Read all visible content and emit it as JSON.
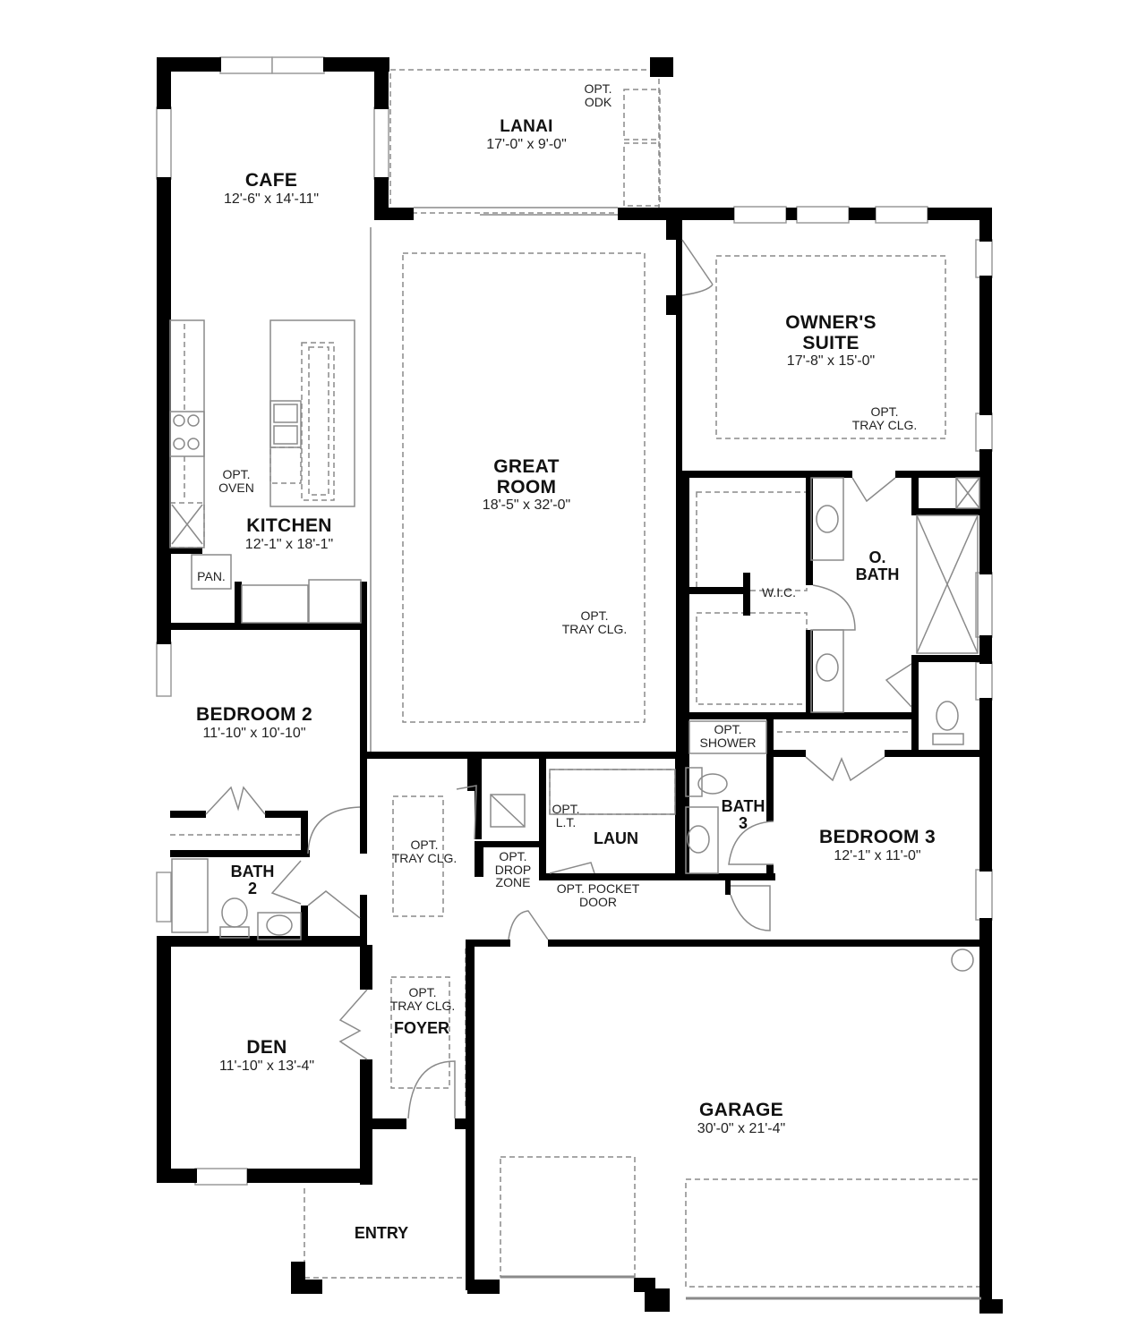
{
  "plan": {
    "title": "Floor Plan",
    "colors": {
      "wall": "#000000",
      "window": "#ffffff",
      "window_border": "#9a9a9a",
      "fixture": "#8a8a8a",
      "dashed": "#8a8a8a",
      "text": "#111111"
    }
  },
  "rooms": {
    "cafe": {
      "name": "CAFE",
      "dims": "12'-6\" x 14'-11\""
    },
    "lanai": {
      "name": "LANAI",
      "dims": "17'-0\" x 9'-0\""
    },
    "owners_suite": {
      "name_line1": "OWNER'S",
      "name_line2": "SUITE",
      "dims": "17'-8\" x 15'-0\""
    },
    "great_room": {
      "name_line1": "GREAT",
      "name_line2": "ROOM",
      "dims": "18'-5\" x 32'-0\""
    },
    "kitchen": {
      "name": "KITCHEN",
      "dims": "12'-1\" x 18'-1\""
    },
    "o_bath": {
      "name_line1": "O.",
      "name_line2": "BATH"
    },
    "wic": {
      "name": "W.I.C."
    },
    "bedroom2": {
      "name": "BEDROOM 2",
      "dims": "11'-10\" x 10'-10\""
    },
    "bath2": {
      "name_line1": "BATH",
      "name_line2": "2"
    },
    "laun": {
      "name": "LAUN"
    },
    "bath3": {
      "name_line1": "BATH",
      "name_line2": "3"
    },
    "bedroom3": {
      "name": "BEDROOM 3",
      "dims": "12'-1\" x 11'-0\""
    },
    "den": {
      "name": "DEN",
      "dims": "11'-10\" x 13'-4\""
    },
    "foyer": {
      "name": "FOYER"
    },
    "garage": {
      "name": "GARAGE",
      "dims": "30'-0\" x 21'-4\""
    },
    "entry": {
      "name": "ENTRY"
    },
    "pantry": {
      "name": "PAN."
    }
  },
  "notes": {
    "opt_odk": {
      "line1": "OPT.",
      "line2": "ODK"
    },
    "opt_tray_owner": {
      "line1": "OPT.",
      "line2": "TRAY CLG."
    },
    "opt_tray_great": {
      "line1": "OPT.",
      "line2": "TRAY CLG."
    },
    "opt_oven": {
      "line1": "OPT.",
      "line2": "OVEN"
    },
    "opt_tray_hall": {
      "line1": "OPT.",
      "line2": "TRAY CLG."
    },
    "opt_drop_zone": {
      "line1": "OPT.",
      "line2": "DROP",
      "line3": "ZONE"
    },
    "opt_lt": {
      "line1": "OPT.",
      "line2": "L.T."
    },
    "opt_pocket_door": {
      "line1": "OPT. POCKET",
      "line2": "DOOR"
    },
    "opt_shower": {
      "line1": "OPT.",
      "line2": "SHOWER"
    },
    "opt_tray_foyer": {
      "line1": "OPT.",
      "line2": "TRAY CLG."
    }
  }
}
